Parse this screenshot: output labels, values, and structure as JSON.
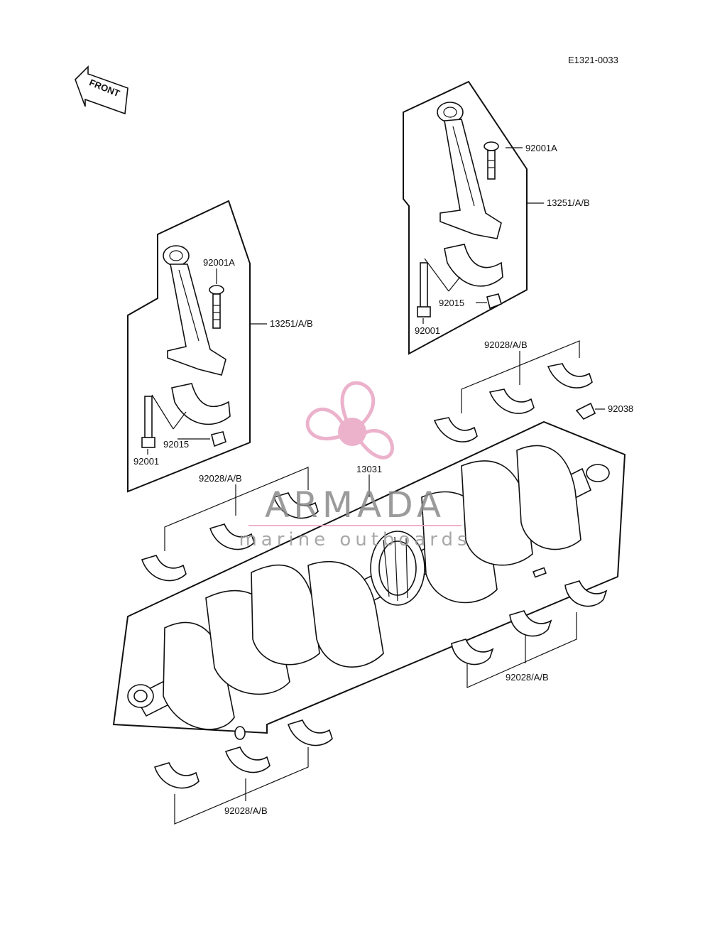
{
  "diagram_code": "E1321-0033",
  "front_label": "FRONT",
  "watermark": {
    "brand": "ARMADA",
    "tagline": "marine outboards",
    "accent_color": "#e9a5c4"
  },
  "callouts": {
    "left_92001A": "92001A",
    "left_13251": "13251/A/B",
    "left_92015": "92015",
    "left_92001": "92001",
    "right_92001A": "92001A",
    "right_13251": "13251/A/B",
    "right_92015": "92015",
    "right_92001": "92001",
    "upper_92028": "92028/A/B",
    "key_92038": "92038",
    "crank_13031": "13031",
    "left_92028": "92028/A/B",
    "lower_right_92028": "92028/A/B",
    "bottom_92028": "92028/A/B"
  }
}
